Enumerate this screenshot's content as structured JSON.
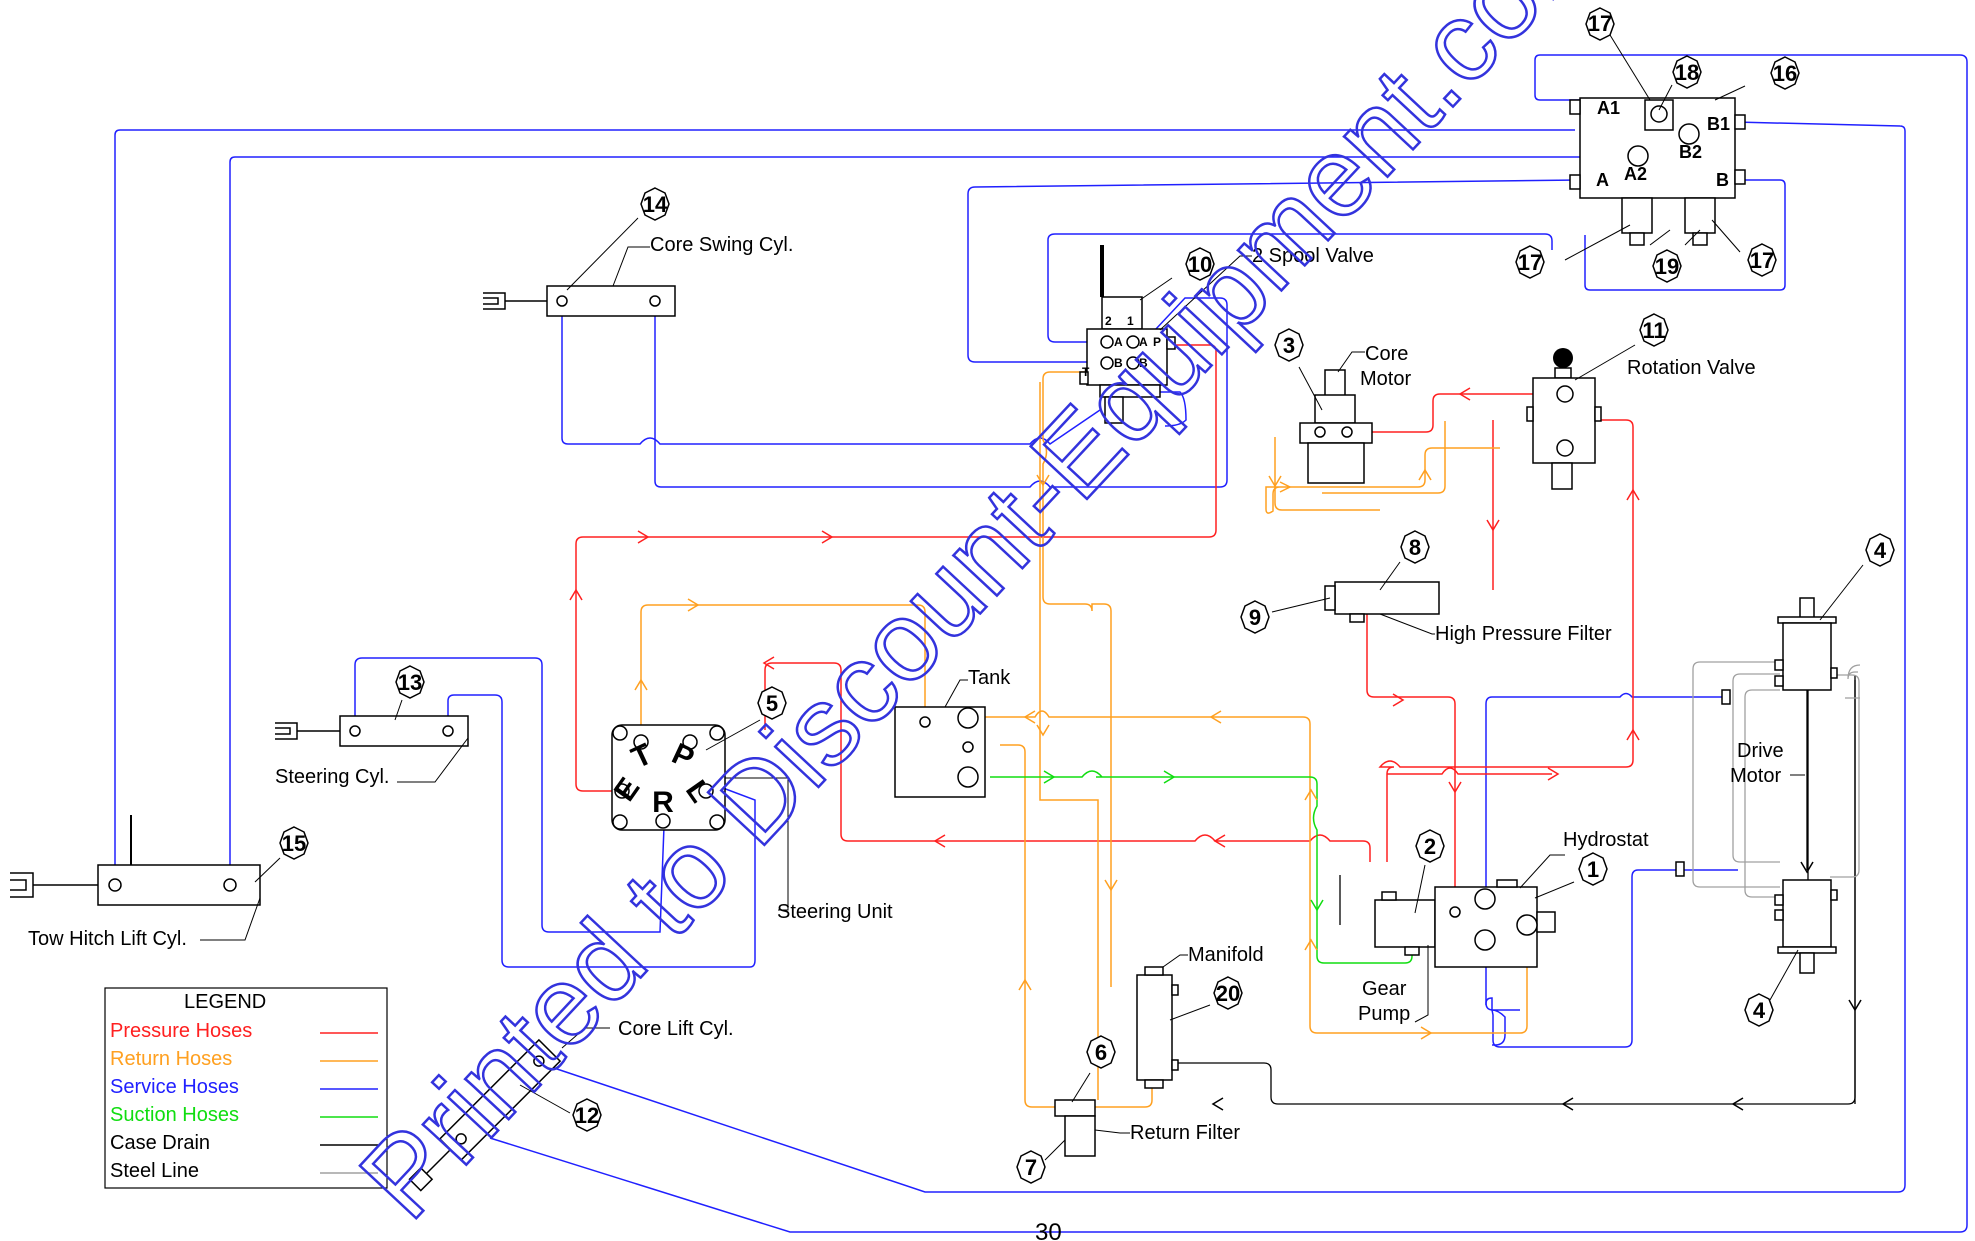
{
  "colors": {
    "pressure": "#ff2020",
    "return": "#ffa020",
    "service": "#2020ff",
    "suction": "#10dd10",
    "case_drain": "#000000",
    "steel": "#a0a0a0",
    "watermark": "#3333dd"
  },
  "watermark": "Printed to Discount-Equipment.com for Customer",
  "page_number": "30",
  "labels": {
    "core_swing": "Core Swing Cyl.",
    "spool_valve": "2 Spool Valve",
    "core_motor_1": "Core",
    "core_motor_2": "Motor",
    "rotation_valve": "Rotation Valve",
    "high_pressure_filter": "High Pressure Filter",
    "tank": "Tank",
    "steering_cyl": "Steering Cyl.",
    "steering_unit": "Steering Unit",
    "tow_hitch": "Tow Hitch Lift Cyl.",
    "hydrostat": "Hydrostat",
    "gear_pump_1": "Gear",
    "gear_pump_2": "Pump",
    "manifold": "Manifold",
    "return_filter": "Return Filter",
    "core_lift": "Core Lift Cyl.",
    "drive_motor_1": "Drive",
    "drive_motor_2": "Motor"
  },
  "callouts": {
    "n1": "1",
    "n2": "2",
    "n3": "3",
    "n4a": "4",
    "n4b": "4",
    "n5": "5",
    "n6": "6",
    "n7": "7",
    "n8": "8",
    "n9": "9",
    "n10": "10",
    "n11": "11",
    "n12": "12",
    "n13": "13",
    "n14": "14",
    "n15": "15",
    "n16": "16",
    "n17a": "17",
    "n17b": "17",
    "n17c": "17",
    "n18": "18",
    "n19": "19",
    "n20": "20"
  },
  "ports": {
    "a1": "A1",
    "b1": "B1",
    "a2": "A2",
    "b2": "B2",
    "a": "A",
    "b": "B",
    "sv_2": "2",
    "sv_1": "1",
    "sv_a1": "A",
    "sv_a2": "A",
    "sv_b1": "B",
    "sv_b2": "B",
    "sv_p": "P",
    "sv_t": "T",
    "su_t": "T",
    "su_p": "P",
    "su_e": "E",
    "su_l": "L",
    "su_r": "R"
  },
  "legend": {
    "title": "LEGEND",
    "items": [
      {
        "label": "Pressure Hoses",
        "color": "#ff2020"
      },
      {
        "label": "Return Hoses",
        "color": "#ffa020"
      },
      {
        "label": "Service Hoses",
        "color": "#2020ff"
      },
      {
        "label": "Suction Hoses",
        "color": "#10dd10"
      },
      {
        "label": "Case Drain",
        "color": "#000000"
      },
      {
        "label": "Steel Line",
        "color": "#a0a0a0"
      }
    ]
  }
}
